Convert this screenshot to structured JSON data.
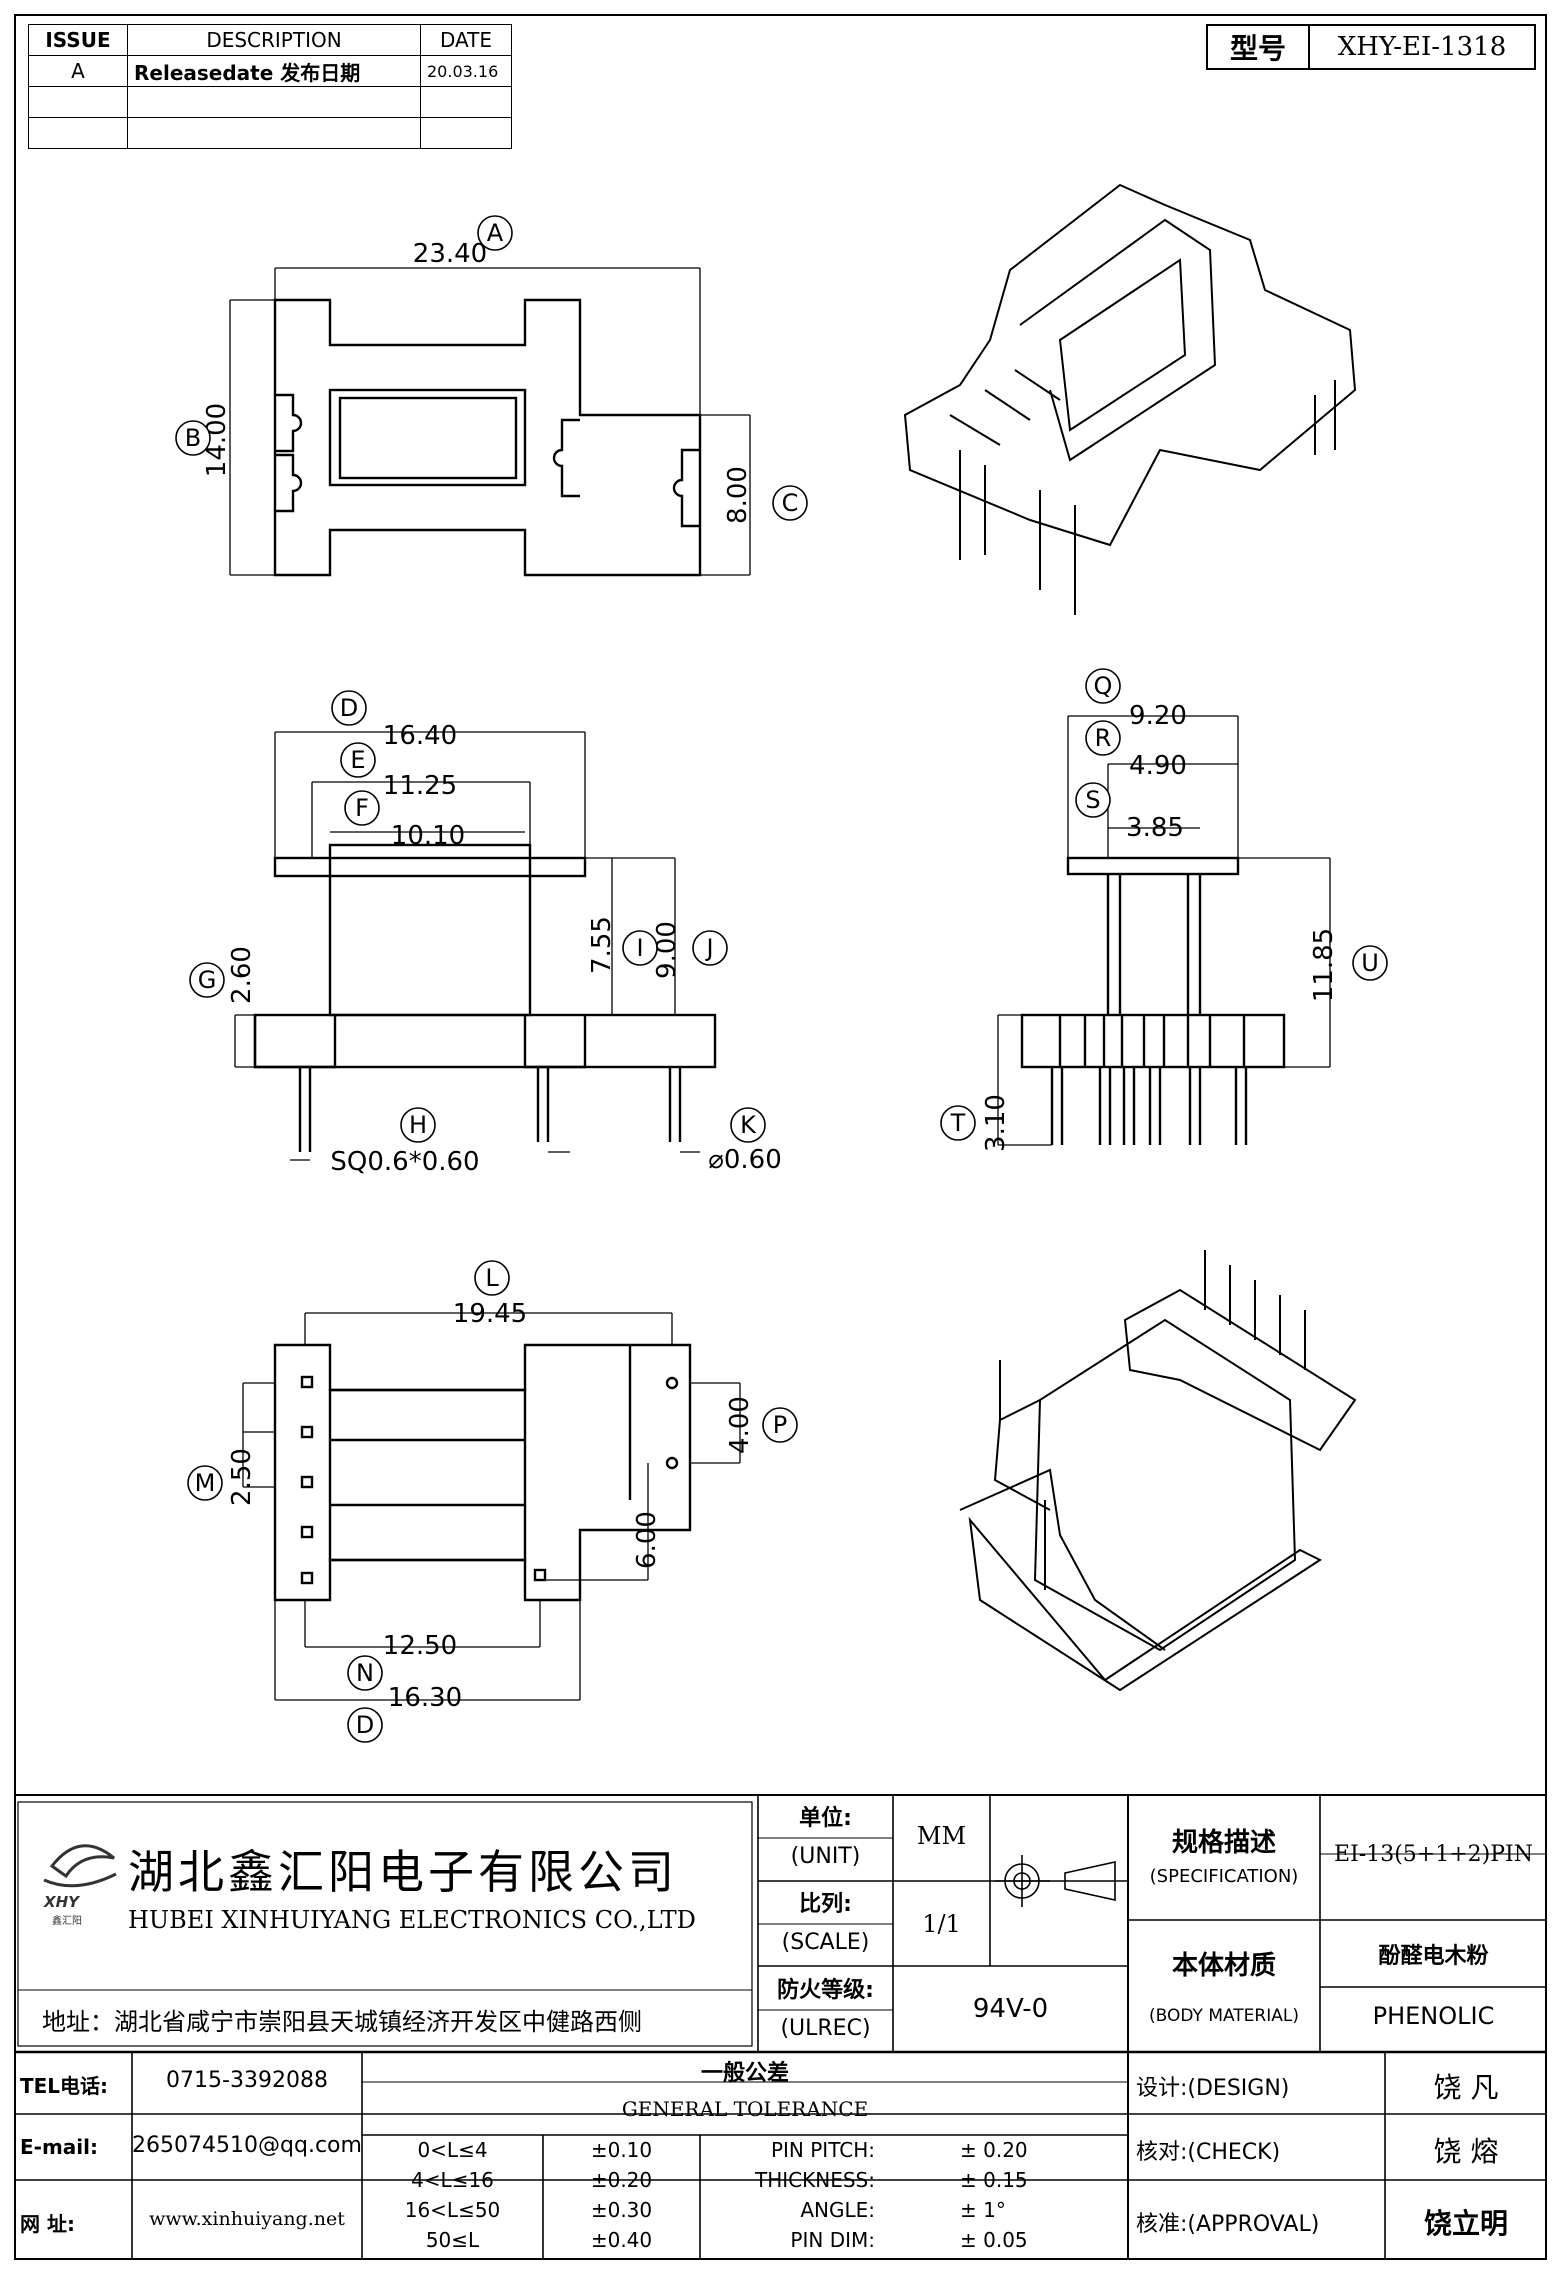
{
  "revision": {
    "headers": [
      "ISSUE",
      "DESCRIPTION",
      "DATE"
    ],
    "rows": [
      [
        "A",
        "Releasedate 发布日期",
        "20.03.16"
      ],
      [
        "",
        "",
        ""
      ],
      [
        "",
        "",
        ""
      ]
    ]
  },
  "model": {
    "label": "型号",
    "value": "XHY-EI-1318"
  },
  "dims": {
    "A": "23.40",
    "B": "14.00",
    "C": "8.00",
    "D": "16.40",
    "E": "11.25",
    "F": "10.10",
    "G": "2.60",
    "H": "SQ0.6*0.60",
    "I": "7.55",
    "J": "9.00",
    "K": "⌀0.60",
    "Q": "9.20",
    "R": "4.90",
    "S": "3.85",
    "T": "3.10",
    "U": "11.85",
    "L": "19.45",
    "M": "2.50",
    "N": "12.50",
    "D2": "16.30",
    "P": "4.00",
    "P2": "6.00"
  },
  "labels": [
    "A",
    "B",
    "C",
    "D",
    "E",
    "F",
    "G",
    "H",
    "I",
    "J",
    "K",
    "Q",
    "R",
    "S",
    "T",
    "U",
    "L",
    "M",
    "N",
    "P"
  ],
  "company": {
    "logo_text": "XHY",
    "logo_sub": "鑫汇阳",
    "name_cn": "湖北鑫汇阳电子有限公司",
    "name_en": "HUBEI XINHUIYANG ELECTRONICS CO.,LTD",
    "address": "地址：湖北省咸宁市崇阳县天城镇经济开发区中健路西侧"
  },
  "info": {
    "unit_cn": "单位:",
    "unit_en": "(UNIT)",
    "unit_val": "MM",
    "scale_cn": "比列:",
    "scale_en": "(SCALE)",
    "scale_val": "1/1",
    "ul_cn": "防火等级:",
    "ul_en": "(ULREC)",
    "ul_val": "94V-0",
    "spec_cn": "规格描述",
    "spec_en": "(SPECIFICATION)",
    "spec_val": "EI-13(5+1+2)PIN",
    "mat_cn": "本体材质",
    "mat_en": "(BODY MATERIAL)",
    "mat_val_cn": "酚醛电木粉",
    "mat_val_en": "PHENOLIC"
  },
  "contact": {
    "tel_label": "TEL电话:",
    "tel": "0715-3392088",
    "email_label": "E-mail:",
    "email": "265074510@qq.com",
    "web_label": "网  址:",
    "web": "www.xinhuiyang.net"
  },
  "tolerance": {
    "title_cn": "一般公差",
    "title_en": "GENERAL TOLERANCE",
    "ranges": [
      [
        "0<L≤4",
        "±0.10"
      ],
      [
        "4<L≤16",
        "±0.20"
      ],
      [
        "16<L≤50",
        "±0.30"
      ],
      [
        "50≤L",
        "±0.40"
      ]
    ],
    "others": [
      [
        "PIN PITCH:",
        "± 0.20"
      ],
      [
        "THICKNESS:",
        "± 0.15"
      ],
      [
        "ANGLE:",
        "± 1°"
      ],
      [
        "PIN DIM:",
        "± 0.05"
      ]
    ]
  },
  "signoff": [
    {
      "label": "设计:(DESIGN)",
      "name": "饶  凡"
    },
    {
      "label": "核对:(CHECK)",
      "name": "饶  熔"
    },
    {
      "label": "核准:(APPROVAL)",
      "name": "饶立明"
    }
  ]
}
